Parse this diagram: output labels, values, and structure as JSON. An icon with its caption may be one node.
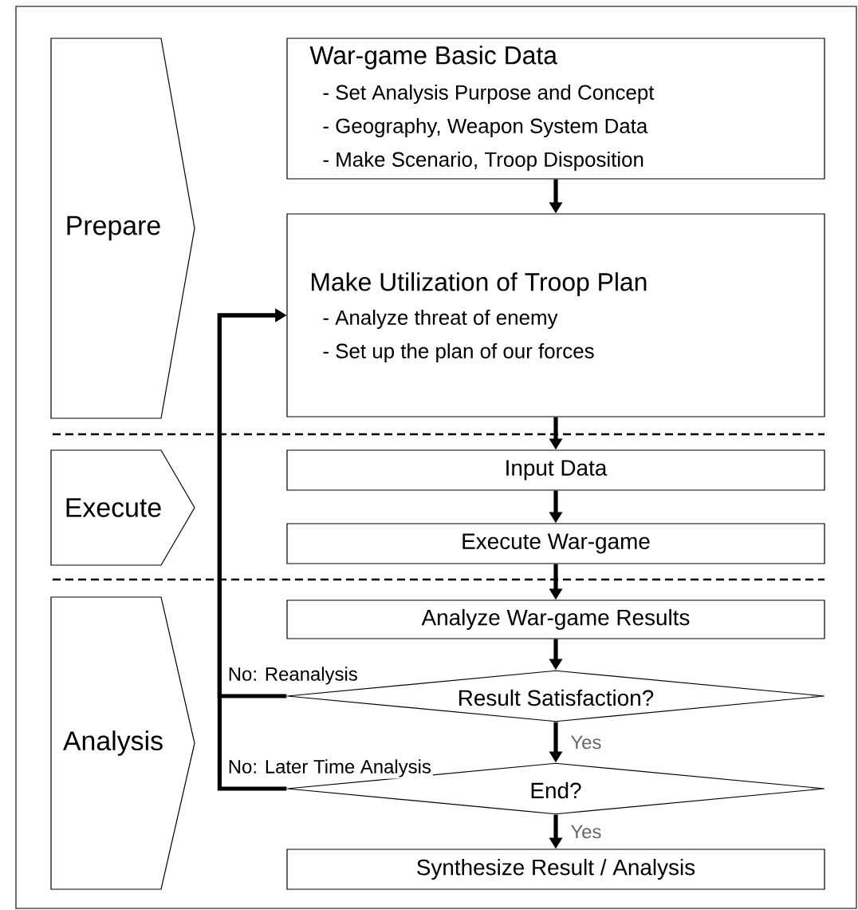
{
  "diagram": {
    "nodes": [
      {
        "text": [
          "Prepare"
        ]
      },
      {
        "text": [
          "War-game Basic Data",
          "- Set Analysis Purpose and Concept",
          "- Geography, Weapon System Data",
          "- Make Scenario, Troop Disposition"
        ]
      },
      {
        "text": [
          "Make Utilization of Troop Plan",
          "- Analyze threat of enemy",
          "- Set up the plan of our forces"
        ]
      },
      {
        "text": [
          "Execute"
        ]
      },
      {
        "text": [
          "Input Data"
        ]
      },
      {
        "text": [
          "Execute War-game"
        ]
      },
      {
        "text": [
          "Analysis"
        ]
      },
      {
        "text": [
          "Analyze War-game Results"
        ]
      },
      {
        "text": [
          "Result Satisfaction?"
        ]
      },
      {
        "text": [
          "End?"
        ]
      },
      {
        "text": [
          "Synthesize Result / Analysis"
        ]
      }
    ],
    "edges": [
      {
        "from": 1,
        "to": 2,
        "arrow": "to"
      },
      {
        "from": 2,
        "to": 4,
        "arrow": "to"
      },
      {
        "from": 4,
        "to": 5,
        "arrow": "to"
      },
      {
        "from": 5,
        "to": 7,
        "arrow": "to"
      },
      {
        "from": 7,
        "to": 8,
        "arrow": "to"
      },
      {
        "from": 8,
        "to": 9,
        "arrow": "to",
        "label": "Yes"
      },
      {
        "from": 9,
        "to": 10,
        "arrow": "to",
        "label": "Yes"
      },
      {
        "from": 8,
        "to": 2,
        "arrow": "to",
        "label": "No: Reanalysis"
      },
      {
        "from": 9,
        "to": 2,
        "arrow": "to",
        "label": "No: Later Time Analysis"
      }
    ]
  }
}
